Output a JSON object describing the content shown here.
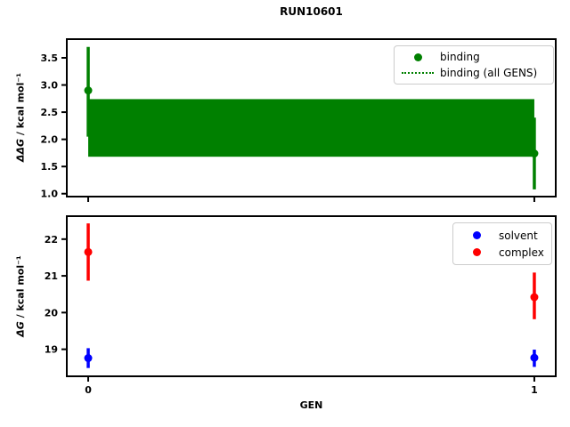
{
  "figure": {
    "title": "RUN10601",
    "xlabel": "GEN",
    "background": "#ffffff",
    "spine_color": "#000000"
  },
  "chart_data": [
    {
      "type": "scatter",
      "title": "RUN10601",
      "ylabel_math": "ΔΔG",
      "ylabel_rest": " / kcal mol⁻¹",
      "xlim": [
        -0.05,
        1.05
      ],
      "ylim": [
        0.93,
        3.86
      ],
      "grid": false,
      "yticks": [
        1.0,
        1.5,
        2.0,
        2.5,
        3.0,
        3.5
      ],
      "ytick_labels": [
        "1.0",
        "1.5",
        "2.0",
        "2.5",
        "3.0",
        "3.5"
      ],
      "xticks": [
        0,
        1
      ],
      "xtick_labels": null,
      "band": {
        "name": "binding (all GENS)",
        "color": "#008000",
        "x": [
          0,
          1
        ],
        "lo": 1.68,
        "hi": 2.74
      },
      "series": [
        {
          "name": "binding",
          "color": "#008000",
          "x": [
            0,
            1
          ],
          "y": [
            2.9,
            1.74
          ],
          "err_lo": [
            2.05,
            1.08
          ],
          "err_hi": [
            3.7,
            2.4
          ]
        }
      ],
      "legend": {
        "position": "upper right",
        "entries": [
          {
            "label": "binding",
            "marker": "dot",
            "color": "#008000"
          },
          {
            "label": "binding (all GENS)",
            "marker": "dotted-line",
            "color": "#008000"
          }
        ]
      }
    },
    {
      "type": "scatter",
      "ylabel_math": "ΔG",
      "ylabel_rest": " / kcal mol⁻¹",
      "xlim": [
        -0.05,
        1.05
      ],
      "ylim": [
        18.24,
        22.65
      ],
      "grid": false,
      "yticks": [
        19,
        20,
        21,
        22
      ],
      "ytick_labels": [
        "19",
        "20",
        "21",
        "22"
      ],
      "xticks": [
        0,
        1
      ],
      "xtick_labels": [
        "0",
        "1"
      ],
      "series": [
        {
          "name": "solvent",
          "color": "#0000ff",
          "x": [
            0,
            1
          ],
          "y": [
            18.76,
            18.77
          ],
          "err_lo": [
            18.49,
            18.52
          ],
          "err_hi": [
            19.03,
            18.99
          ]
        },
        {
          "name": "complex",
          "color": "#ff0000",
          "x": [
            0,
            1
          ],
          "y": [
            21.65,
            20.42
          ],
          "err_lo": [
            20.87,
            19.82
          ],
          "err_hi": [
            22.43,
            21.09
          ]
        }
      ],
      "legend": {
        "position": "upper right",
        "entries": [
          {
            "label": "solvent",
            "marker": "dot",
            "color": "#0000ff"
          },
          {
            "label": "complex",
            "marker": "dot",
            "color": "#ff0000"
          }
        ]
      }
    }
  ]
}
